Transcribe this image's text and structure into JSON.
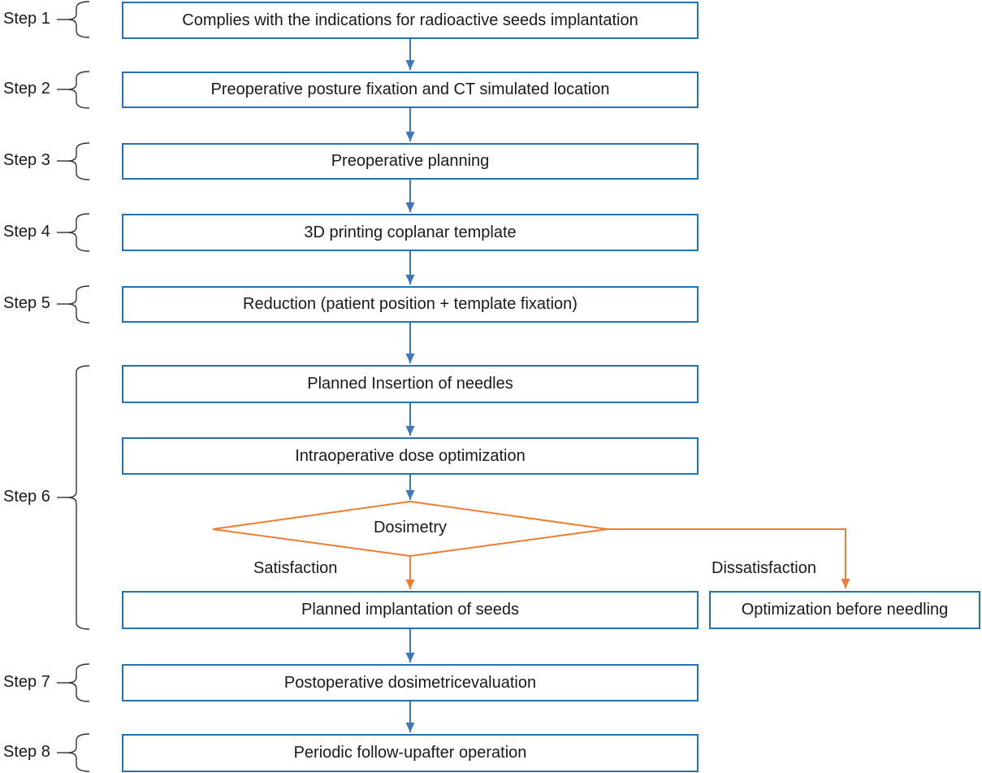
{
  "colors": {
    "box_border": "#2273B5",
    "arrow_blue": "#3D77BC",
    "arrow_orange": "#ED7D31",
    "brace": "#333333",
    "text": "#1A1A1A"
  },
  "steps": [
    {
      "label": "Step 1",
      "box": "Complies with the indications for radioactive seeds implantation"
    },
    {
      "label": "Step 2",
      "box": "Preoperative posture fixation and CT simulated location"
    },
    {
      "label": "Step 3",
      "box": "Preoperative planning"
    },
    {
      "label": "Step 4",
      "box": "3D printing coplanar template"
    },
    {
      "label": "Step 5",
      "box": "Reduction (patient position + template fixation)"
    },
    {
      "label": "Step 6",
      "boxes": [
        "Planned Insertion of needles",
        "Intraoperative dose optimization",
        "Planned implantation of seeds"
      ],
      "decision": "Dosimetry",
      "branch_satisfaction": "Satisfaction",
      "branch_dissatisfaction": "Dissatisfaction",
      "side_box": "Optimization before needling"
    },
    {
      "label": "Step 7",
      "box": "Postoperative dosimetricevaluation"
    },
    {
      "label": "Step 8",
      "box": "Periodic follow-upafter operation"
    }
  ]
}
